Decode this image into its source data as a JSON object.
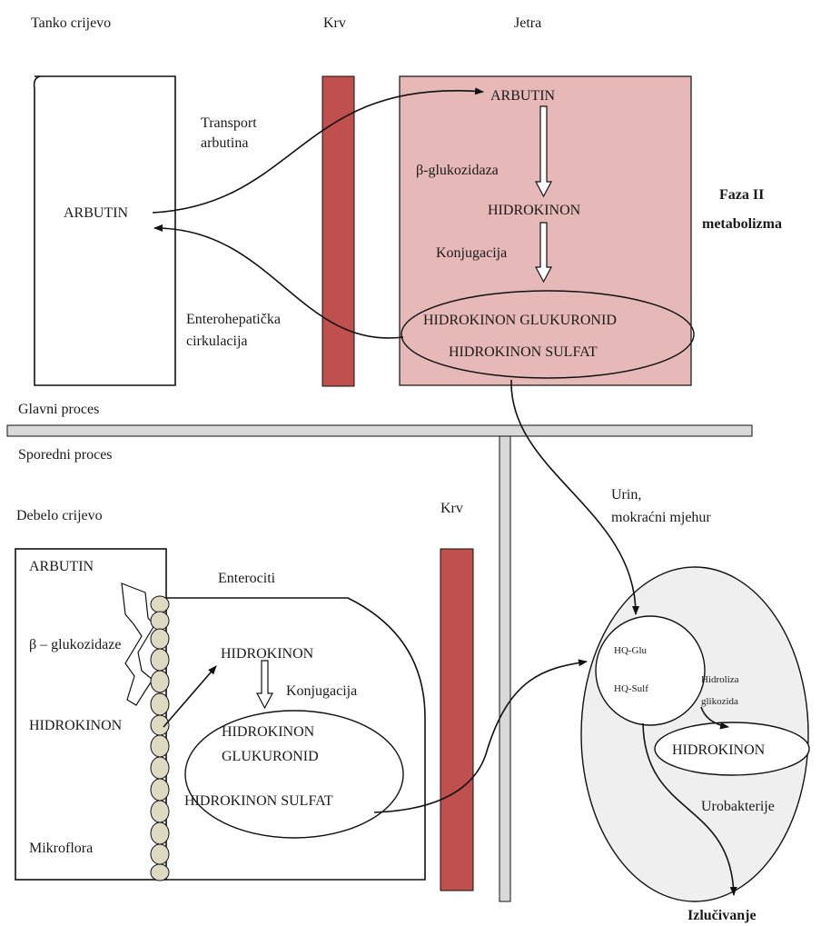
{
  "main": {
    "col_small_intestine": "Tanko crijevo",
    "col_blood": "Krv",
    "col_liver": "Jetra",
    "arbutin_si": "ARBUTIN",
    "transport_1": "Transport",
    "transport_2": "arbutina",
    "entero_1": "Enterohepatička",
    "entero_2": "cirkulacija",
    "liver_arbutin": "ARBUTIN",
    "beta_glucosidase": "β-glukozidaza",
    "liver_hydroquinone": "HIDROKINON",
    "conjugation": "Konjugacija",
    "hq_glucuronide": "HIDROKINON GLUKURONID",
    "hq_sulfate": "HIDROKINON SULFAT",
    "phase2_1": "Faza II",
    "phase2_2": "metabolizma"
  },
  "divider": {
    "main_process": "Glavni proces",
    "side_process": "Sporedni proces"
  },
  "side": {
    "col_large_intestine": "Debelo crijevo",
    "col_blood": "Krv",
    "arbutin": "ARBUTIN",
    "beta_glucosidases": "β – glukozidaze",
    "hydroquinone": "HIDROKINON",
    "microflora": "Mikroflora",
    "enterocytes": "Enterociti",
    "ent_hydroquinone": "HIDROKINON",
    "conjugation": "Konjugacija",
    "ent_glucuronide_1": "HIDROKINON",
    "ent_glucuronide_2": "GLUKURONID",
    "ent_sulfate": "HIDROKINON SULFAT"
  },
  "urine": {
    "label_1": "Urin,",
    "label_2": "mokraćni mjehur",
    "hq_glu": "HQ-Glu",
    "hq_sulf": "HQ-Sulf",
    "hydrolysis_1": "Hidroliza",
    "hydrolysis_2": "glikozida",
    "hydroquinone": "HIDROKINON",
    "urobacteria": "Urobakterije",
    "excretion": "Izlučivanje"
  },
  "colors": {
    "blood_bar": "#c0504d",
    "liver_fill": "#e6b9b8",
    "divider_fill": "#d9d9d9",
    "bladder_fill": "#efefef",
    "bead_fill": "#ddd9c3"
  }
}
